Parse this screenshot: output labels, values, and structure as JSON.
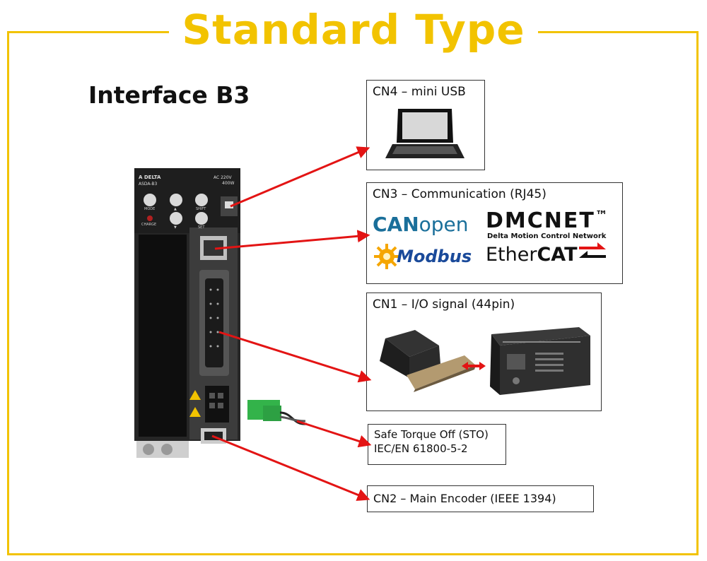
{
  "title": "Standard Type",
  "subtitle": "Interface B3",
  "drive": {
    "brand": "A DELTA",
    "model": "ASDA-B3",
    "rating_voltage": "AC 220V",
    "rating_power": "400W",
    "buttons": [
      "MODE",
      "▲",
      "SHIFT",
      "▼",
      "SET"
    ],
    "charge_label": "CHARGE"
  },
  "boxes": {
    "cn4": "CN4 – mini USB",
    "cn3": "CN3 – Communication (RJ45)",
    "cn1": "CN1 – I/O signal (44pin)",
    "sto_line1": "Safe Torque Off (STO)",
    "sto_line2": "IEC/EN 61800-5-2",
    "cn2": "CN2 – Main Encoder (IEEE 1394)"
  },
  "protocols": {
    "canopen_can": "CAN",
    "canopen_open": "open",
    "dmcnet": "DMCNET",
    "dmcnet_tm": "™",
    "dmcnet_sub": "Delta Motion Control Network",
    "modbus": "Modbus",
    "ethercat_ether": "Ether",
    "ethercat_cat": "CAT"
  },
  "colors": {
    "accent": "#f2c300",
    "arrow": "#e31414",
    "drive_body": "#2a2a2a"
  }
}
